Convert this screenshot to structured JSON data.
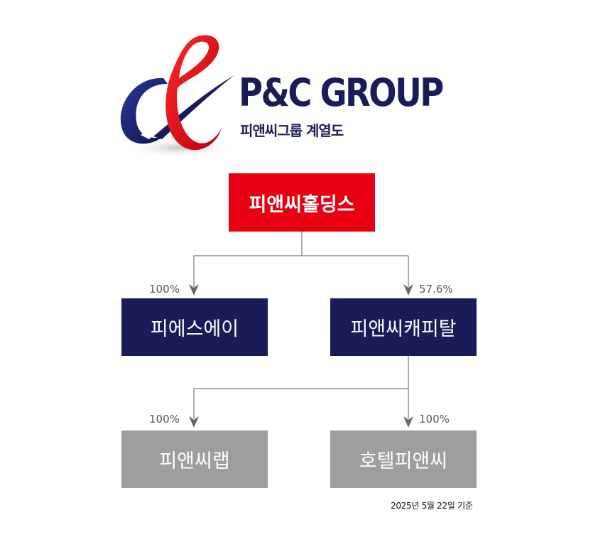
{
  "logo": {
    "title": "P&C GROUP",
    "subtitle": "피앤씨그룹 계열도",
    "mark_letters": "ce",
    "colors": {
      "navy": "#1a1c5a",
      "red": "#e30613"
    }
  },
  "nodes": {
    "holding": {
      "label": "피앤씨홀딩스",
      "color": "#e60012"
    },
    "pesa": {
      "label": "피에스에이",
      "color": "#1a1c5a"
    },
    "capital": {
      "label": "피앤씨캐피탈",
      "color": "#1a1c5a"
    },
    "lab": {
      "label": "피앤씨랩",
      "color": "#9e9e9e"
    },
    "hotel": {
      "label": "호텔피앤씨",
      "color": "#9e9e9e"
    }
  },
  "edges": [
    {
      "from": "holding",
      "to": "pesa",
      "share": "100%"
    },
    {
      "from": "holding",
      "to": "capital",
      "share": "57.6%"
    },
    {
      "from": "capital",
      "to": "lab",
      "share": "100%"
    },
    {
      "from": "capital",
      "to": "hotel",
      "share": "100%"
    }
  ],
  "connector_color": "#777777",
  "date_note": "2025년 5월 22일 기준"
}
